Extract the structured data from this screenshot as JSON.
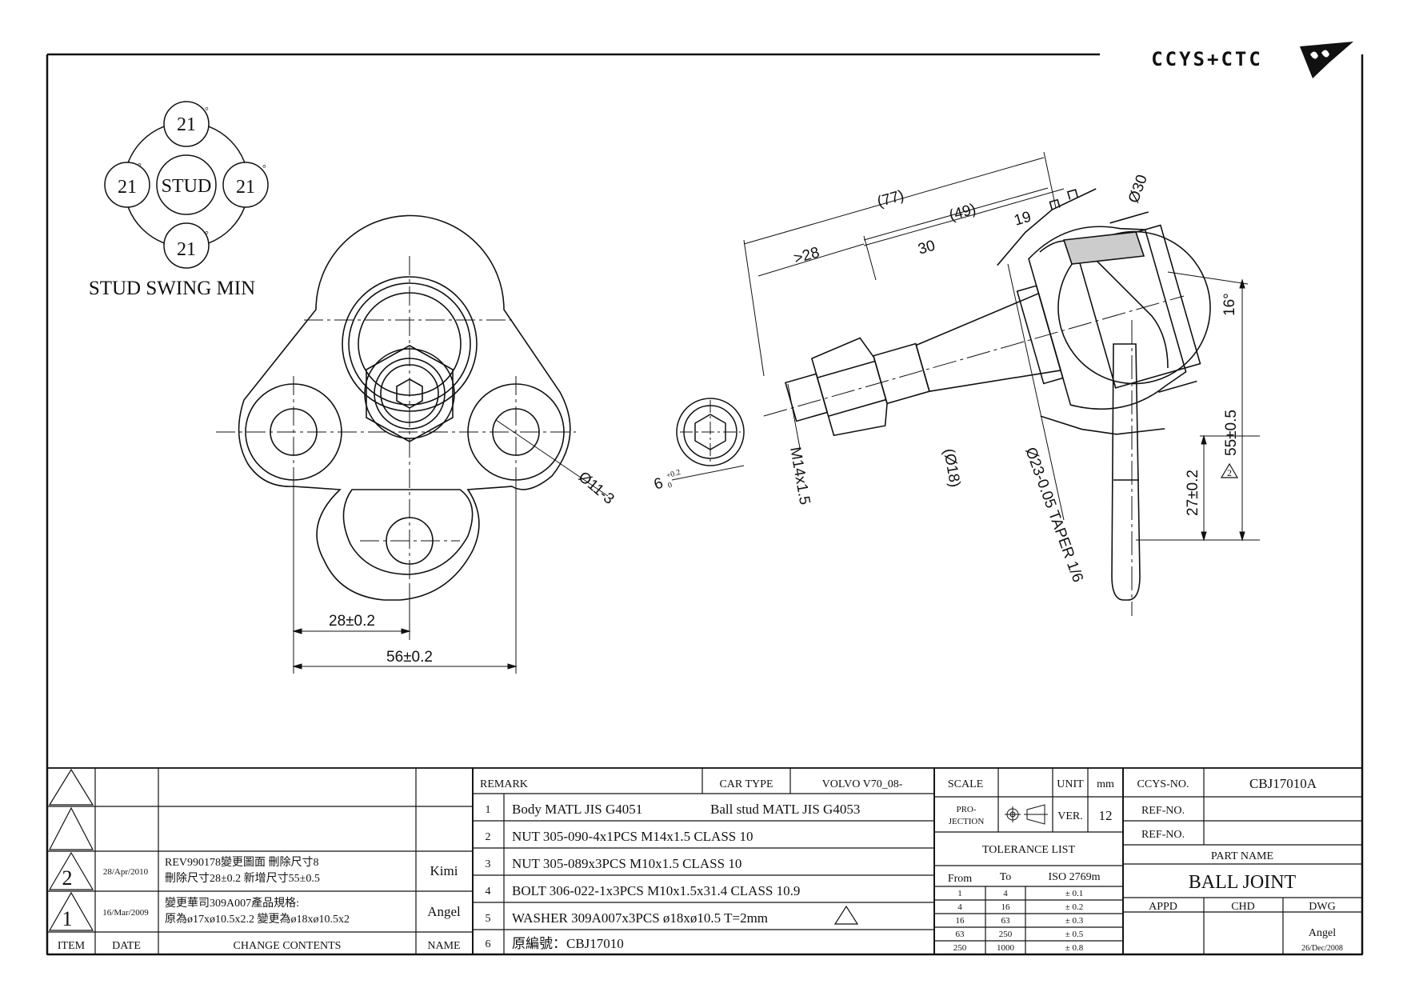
{
  "logo": {
    "text": "CCYS+CTC"
  },
  "swing": {
    "label": "STUD SWING MIN",
    "center": "STUD",
    "angle": "21",
    "degree_mark": "°"
  },
  "dims": {
    "d28": "28±0.2",
    "d56": "56±0.2",
    "hole": "Ø11-3",
    "hex": "6",
    "hex_tol": "+0.2",
    "hex_tol0": "0",
    "thread": "M14x1.5",
    "d18": "(Ø18)",
    "taper": "Ø23-0.05 TAPER 1/6",
    "d77": "(77)",
    "d49": "(49)",
    "d19": "19",
    "d30": "30",
    "d28b": ">28",
    "d30b": "Ø30",
    "angle16": "16°",
    "h55": "55±0.5",
    "h27": "27±0.2",
    "rev_mark": "2"
  },
  "revisions": [
    {
      "item": "2",
      "date": "28/Apr/2010",
      "line1": "REV990178變更圖面 刪除尺寸8",
      "line2": "刪除尺寸28±0.2 新增尺寸55±0.5",
      "name": "Kimi"
    },
    {
      "item": "1",
      "date": "16/Mar/2009",
      "line1": "變更華司309A007產品規格:",
      "line2": "原為ø17xø10.5x2.2 變更為ø18xø10.5x2",
      "name": "Angel"
    }
  ],
  "rev_headers": {
    "item": "ITEM",
    "date": "DATE",
    "contents": "CHANGE CONTENTS",
    "name": "NAME"
  },
  "remark": {
    "label": "REMARK",
    "car_type_label": "CAR TYPE",
    "car_type": "VOLVO V70_08-",
    "rows": [
      {
        "n": "1",
        "text": "Body MATL JIS G4051",
        "extra": "Ball stud MATL JIS G4053"
      },
      {
        "n": "2",
        "text": "NUT 305-090-4x1PCS M14x1.5 CLASS 10"
      },
      {
        "n": "3",
        "text": "NUT 305-089x3PCS M10x1.5 CLASS 10"
      },
      {
        "n": "4",
        "text": "BOLT 306-022-1x3PCS M10x1.5x31.4 CLASS 10.9"
      },
      {
        "n": "5",
        "text": "WASHER 309A007x3PCS ø18xø10.5 T=2mm"
      },
      {
        "n": "6",
        "text": "原編號：CBJ17010"
      }
    ]
  },
  "spec": {
    "scale": "SCALE",
    "unit": "UNIT",
    "unit_val": "mm",
    "projection1": "PRO-",
    "projection2": "JECTION",
    "ver": "VER.",
    "ver_val": "12",
    "tolerance_title": "TOLERANCE LIST",
    "tol_headers": [
      "From",
      "To",
      "ISO 2769m"
    ],
    "tol_rows": [
      [
        "1",
        "4",
        "± 0.1"
      ],
      [
        "4",
        "16",
        "± 0.2"
      ],
      [
        "16",
        "63",
        "± 0.3"
      ],
      [
        "63",
        "250",
        "± 0.5"
      ],
      [
        "250",
        "1000",
        "± 0.8"
      ]
    ]
  },
  "title": {
    "ccys_no_label": "CCYS-NO.",
    "ccys_no": "CBJ17010A",
    "ref_no_label": "REF-NO.",
    "part_name_label": "PART NAME",
    "part_name": "BALL JOINT",
    "appd": "APPD",
    "chd": "CHD",
    "dwg": "DWG",
    "drawn_by": "Angel",
    "drawn_date": "26/Dec/2008"
  }
}
